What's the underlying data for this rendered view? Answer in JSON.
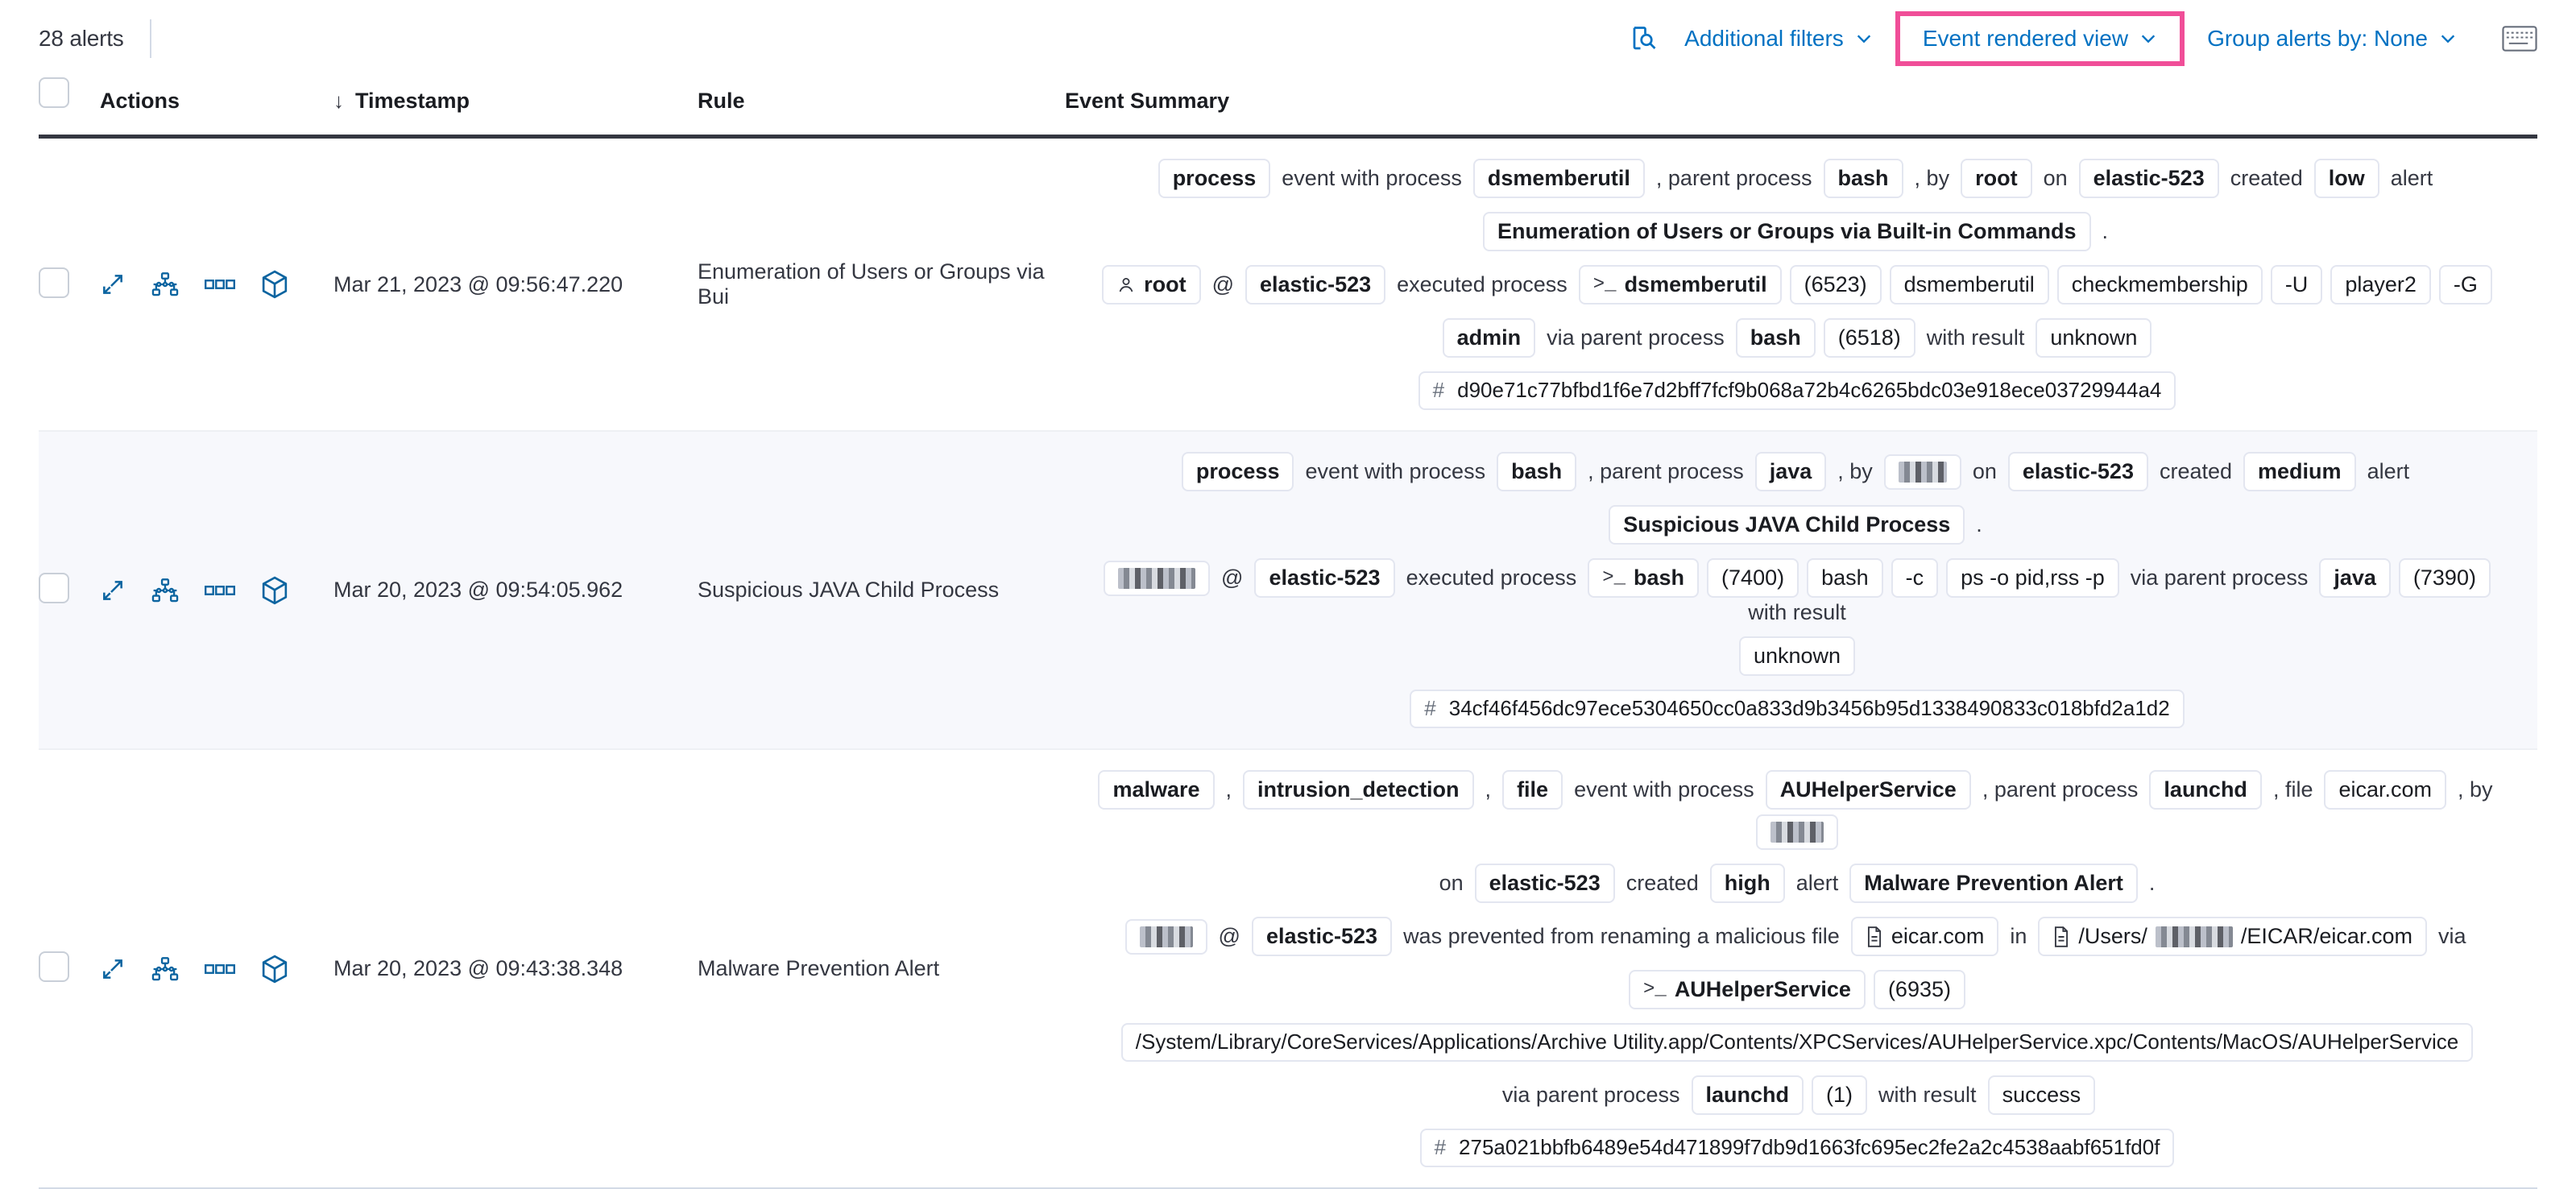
{
  "toolbar": {
    "alert_count": "28 alerts",
    "inspect_icon": "inspect-query-icon",
    "additional_filters": "Additional filters",
    "event_rendered_view": "Event rendered view",
    "group_alerts_by": "Group alerts by: None",
    "keyboard_icon": "keyboard-shortcut-icon",
    "highlight_color": "#f04e98",
    "link_color": "#0071c2"
  },
  "table": {
    "columns": {
      "checkbox": "",
      "actions": "Actions",
      "timestamp": "Timestamp",
      "rule": "Rule",
      "event_summary": "Event Summary"
    },
    "sort": {
      "column": "Timestamp",
      "direction": "desc",
      "arrow": "↓"
    },
    "row_actions": [
      "expand-icon",
      "analyze-event-icon",
      "more-actions-icon",
      "add-to-case-icon"
    ]
  },
  "rows": [
    {
      "timestamp": "Mar 21, 2023 @ 09:56:47.220",
      "rule": "Enumeration of Users or Groups via Bui",
      "severity": "low",
      "summary_lines": [
        [
          {
            "t": "pill",
            "v": "process"
          },
          {
            "t": "txt",
            "v": "event with process"
          },
          {
            "t": "pill",
            "v": "dsmemberutil"
          },
          {
            "t": "txt",
            "v": ", parent process"
          },
          {
            "t": "pill",
            "v": "bash"
          },
          {
            "t": "txt",
            "v": ", by"
          },
          {
            "t": "pill",
            "v": "root"
          },
          {
            "t": "txt",
            "v": "on"
          },
          {
            "t": "pill",
            "v": "elastic-523"
          },
          {
            "t": "txt",
            "v": "created"
          },
          {
            "t": "pill",
            "v": "low"
          },
          {
            "t": "txt",
            "v": "alert"
          }
        ],
        [
          {
            "t": "pill",
            "v": "Enumeration of Users or Groups via Built-in Commands"
          },
          {
            "t": "txt",
            "v": "."
          }
        ],
        [
          {
            "t": "pill",
            "v": "root",
            "icon": "user-icon"
          },
          {
            "t": "txt",
            "v": "@"
          },
          {
            "t": "pill",
            "v": "elastic-523"
          },
          {
            "t": "txt",
            "v": "executed process"
          },
          {
            "t": "pill",
            "v": "dsmemberutil",
            "icon": "console-icon"
          },
          {
            "t": "pill",
            "v": "(6523)",
            "plain": true
          },
          {
            "t": "pill",
            "v": "dsmemberutil",
            "plain": true
          },
          {
            "t": "pill",
            "v": "checkmembership",
            "plain": true
          },
          {
            "t": "pill",
            "v": "-U",
            "plain": true
          },
          {
            "t": "pill",
            "v": "player2",
            "plain": true
          },
          {
            "t": "pill",
            "v": "-G",
            "plain": true
          }
        ],
        [
          {
            "t": "pill",
            "v": "admin"
          },
          {
            "t": "txt",
            "v": "via parent process"
          },
          {
            "t": "pill",
            "v": "bash"
          },
          {
            "t": "pill",
            "v": "(6518)",
            "plain": true
          },
          {
            "t": "txt",
            "v": "with result"
          },
          {
            "t": "pill",
            "v": "unknown",
            "plain": true
          }
        ],
        [
          {
            "t": "pill",
            "v": "d90e71c77bfbd1f6e7d2bff7fcf9b068a72b4c6265bdc03e918ece03729944a4",
            "hash": true
          }
        ]
      ]
    },
    {
      "timestamp": "Mar 20, 2023 @ 09:54:05.962",
      "rule": "Suspicious JAVA Child Process",
      "severity": "medium",
      "summary_lines": [
        [
          {
            "t": "pill",
            "v": "process"
          },
          {
            "t": "txt",
            "v": "event with process"
          },
          {
            "t": "pill",
            "v": "bash"
          },
          {
            "t": "txt",
            "v": ", parent process"
          },
          {
            "t": "pill",
            "v": "java"
          },
          {
            "t": "txt",
            "v": ", by"
          },
          {
            "t": "pill",
            "v": "",
            "redact": "w2"
          },
          {
            "t": "txt",
            "v": "on"
          },
          {
            "t": "pill",
            "v": "elastic-523"
          },
          {
            "t": "txt",
            "v": "created"
          },
          {
            "t": "pill",
            "v": "medium"
          },
          {
            "t": "txt",
            "v": "alert"
          }
        ],
        [
          {
            "t": "pill",
            "v": "Suspicious JAVA Child Process"
          },
          {
            "t": "txt",
            "v": "."
          }
        ],
        [
          {
            "t": "pill",
            "v": "",
            "redact": "w4"
          },
          {
            "t": "txt",
            "v": "@"
          },
          {
            "t": "pill",
            "v": "elastic-523"
          },
          {
            "t": "txt",
            "v": "executed process"
          },
          {
            "t": "pill",
            "v": "bash",
            "icon": "console-icon"
          },
          {
            "t": "pill",
            "v": "(7400)",
            "plain": true
          },
          {
            "t": "pill",
            "v": "bash",
            "plain": true
          },
          {
            "t": "pill",
            "v": "-c",
            "plain": true
          },
          {
            "t": "pill",
            "v": "ps -o pid,rss -p",
            "plain": true
          },
          {
            "t": "txt",
            "v": "via parent process"
          },
          {
            "t": "pill",
            "v": "java"
          },
          {
            "t": "pill",
            "v": "(7390)",
            "plain": true
          },
          {
            "t": "txt",
            "v": "with result"
          }
        ],
        [
          {
            "t": "pill",
            "v": "unknown",
            "plain": true
          }
        ],
        [
          {
            "t": "pill",
            "v": "34cf46f456dc97ece5304650cc0a833d9b3456b95d1338490833c018bfd2a1d2",
            "hash": true
          }
        ]
      ]
    },
    {
      "timestamp": "Mar 20, 2023 @ 09:43:38.348",
      "rule": "Malware Prevention Alert",
      "severity": "high",
      "summary_lines": [
        [
          {
            "t": "pill",
            "v": "malware"
          },
          {
            "t": "txt",
            "v": ","
          },
          {
            "t": "pill",
            "v": "intrusion_detection"
          },
          {
            "t": "txt",
            "v": ","
          },
          {
            "t": "pill",
            "v": "file"
          },
          {
            "t": "txt",
            "v": "event with process"
          },
          {
            "t": "pill",
            "v": "AUHelperService"
          },
          {
            "t": "txt",
            "v": ", parent process"
          },
          {
            "t": "pill",
            "v": "launchd"
          },
          {
            "t": "txt",
            "v": ", file"
          },
          {
            "t": "pill",
            "v": "eicar.com",
            "plain": true
          },
          {
            "t": "txt",
            "v": ", by"
          },
          {
            "t": "pill",
            "v": "",
            "redact": "w3"
          }
        ],
        [
          {
            "t": "txt",
            "v": "on"
          },
          {
            "t": "pill",
            "v": "elastic-523"
          },
          {
            "t": "txt",
            "v": "created"
          },
          {
            "t": "pill",
            "v": "high"
          },
          {
            "t": "txt",
            "v": "alert"
          },
          {
            "t": "pill",
            "v": "Malware Prevention Alert"
          },
          {
            "t": "txt",
            "v": "."
          }
        ],
        [
          {
            "t": "pill",
            "v": "",
            "redact": "w3"
          },
          {
            "t": "txt",
            "v": "@"
          },
          {
            "t": "pill",
            "v": "elastic-523"
          },
          {
            "t": "txt",
            "v": "was prevented from renaming a malicious file"
          },
          {
            "t": "pill",
            "v": "eicar.com",
            "icon": "file-icon",
            "plain": true
          },
          {
            "t": "txt",
            "v": "in"
          },
          {
            "t": "pill",
            "v": "/Users/",
            "icon": "file-icon",
            "plain": true,
            "redact_mid": "w4",
            "suffix": "/EICAR/eicar.com"
          },
          {
            "t": "txt",
            "v": "via"
          }
        ],
        [
          {
            "t": "pill",
            "v": "AUHelperService",
            "icon": "console-icon"
          },
          {
            "t": "pill",
            "v": "(6935)",
            "plain": true
          }
        ],
        [
          {
            "t": "pill",
            "v": "/System/Library/CoreServices/Applications/Archive Utility.app/Contents/XPCServices/AUHelperService.xpc/Contents/MacOS/AUHelperService",
            "path": true
          }
        ],
        [
          {
            "t": "txt",
            "v": "via parent process"
          },
          {
            "t": "pill",
            "v": "launchd"
          },
          {
            "t": "pill",
            "v": "(1)",
            "plain": true
          },
          {
            "t": "txt",
            "v": "with result"
          },
          {
            "t": "pill",
            "v": "success",
            "plain": true
          }
        ],
        [
          {
            "t": "pill",
            "v": "275a021bbfb6489e54d471899f7db9d1663fc695ec2fe2a2c4538aabf651fd0f",
            "hash": true
          }
        ]
      ]
    }
  ]
}
